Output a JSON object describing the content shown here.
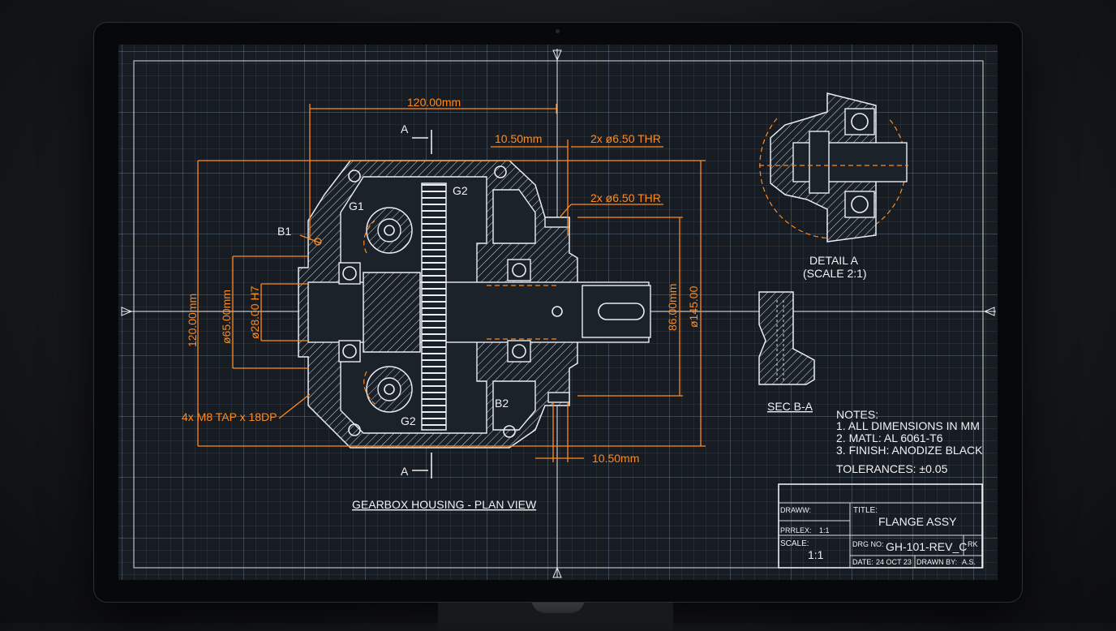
{
  "drawing": {
    "view_title": "GEARBOX HOUSING - PLAN VIEW",
    "section_markers": [
      "A",
      "A"
    ],
    "labels": {
      "g1": "G1",
      "g2_top": "G2",
      "g2_bottom": "G2",
      "b1": "B1",
      "b2": "B2"
    },
    "dimensions": {
      "top_width": "120.00mm",
      "top_offset": "10.50mm",
      "thread_top": "2x ø6.50 THR",
      "thread_mid": "2x ø6.50 THR",
      "bottom_offset": "10.50mm",
      "left_height": "120.00mm",
      "dia_65": "ø65.00mm",
      "dia_28": "ø28.00 H7",
      "right_86": "86.00mm",
      "dia_145": "ø145.00",
      "tap_note": "4x M8 TAP x 18DP"
    }
  },
  "detail": {
    "title": "DETAIL A",
    "scale": "(SCALE 2:1)"
  },
  "section": {
    "title": "SEC B-A"
  },
  "notes": {
    "heading": "NOTES:",
    "lines": [
      "1. ALL DIMENSIONS IN MM",
      "2. MATL: AL 6061-T6",
      "3. FINISH: ANODIZE BLACK"
    ],
    "tolerances": "TOLERANCES: ±0.05"
  },
  "title_block": {
    "drawn_label": "DRAWW:",
    "title_label": "TITLE:",
    "title_value": "FLANGE ASSY",
    "prrlex_label": "PRRLEX:",
    "prrlex_value": "1:1",
    "scale_label": "SCALE:",
    "scale_value": "1:1",
    "drg_label": "DRG NO:",
    "drg_value": "GH-101-REV_C",
    "rk_label": "RK",
    "date_label": "DATE:",
    "date_value": "24 OCT 23",
    "drawn_by_label": "DRAWN BY:",
    "drawn_by_value": "A.S."
  }
}
